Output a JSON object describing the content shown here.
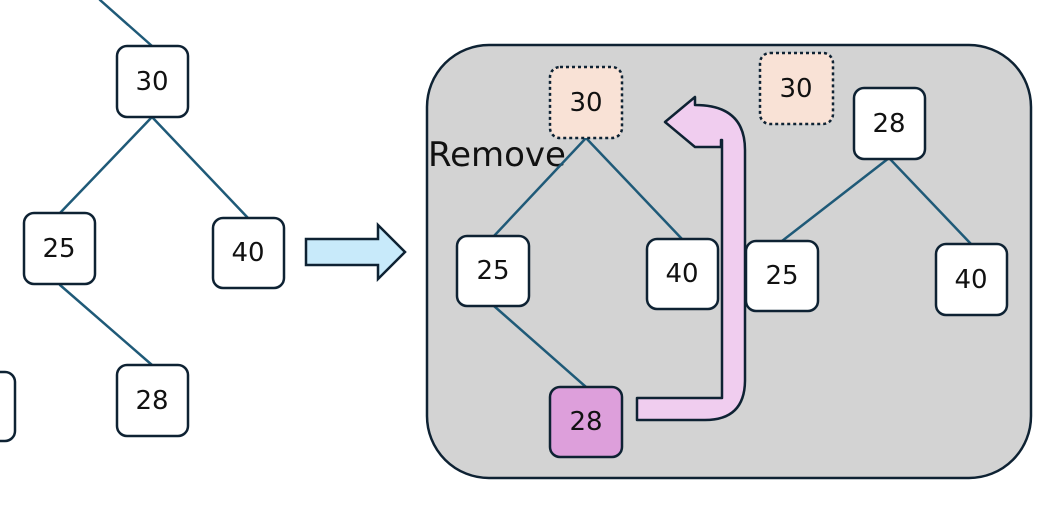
{
  "colors": {
    "edge": "#1f5a78",
    "node_fill": "#ffffff",
    "node_stroke": "#0e2233",
    "panel_fill": "#d3d3d3",
    "panel_stroke": "#0e2233",
    "removed_fill": "#f9e2d6",
    "moved_fill": "#dd9fdb",
    "move_arrow_fill": "#f0cdef",
    "step_arrow_fill": "#c8eafa"
  },
  "left_tree": {
    "root": "30",
    "left": "25",
    "right": "40",
    "left_right": "28"
  },
  "panel": {
    "label": "Remove",
    "removed_root": "30",
    "removed_copy": "30",
    "left": "25",
    "right": "40",
    "moved": "28"
  },
  "result_tree": {
    "root": "28",
    "left": "25",
    "right": "40"
  }
}
